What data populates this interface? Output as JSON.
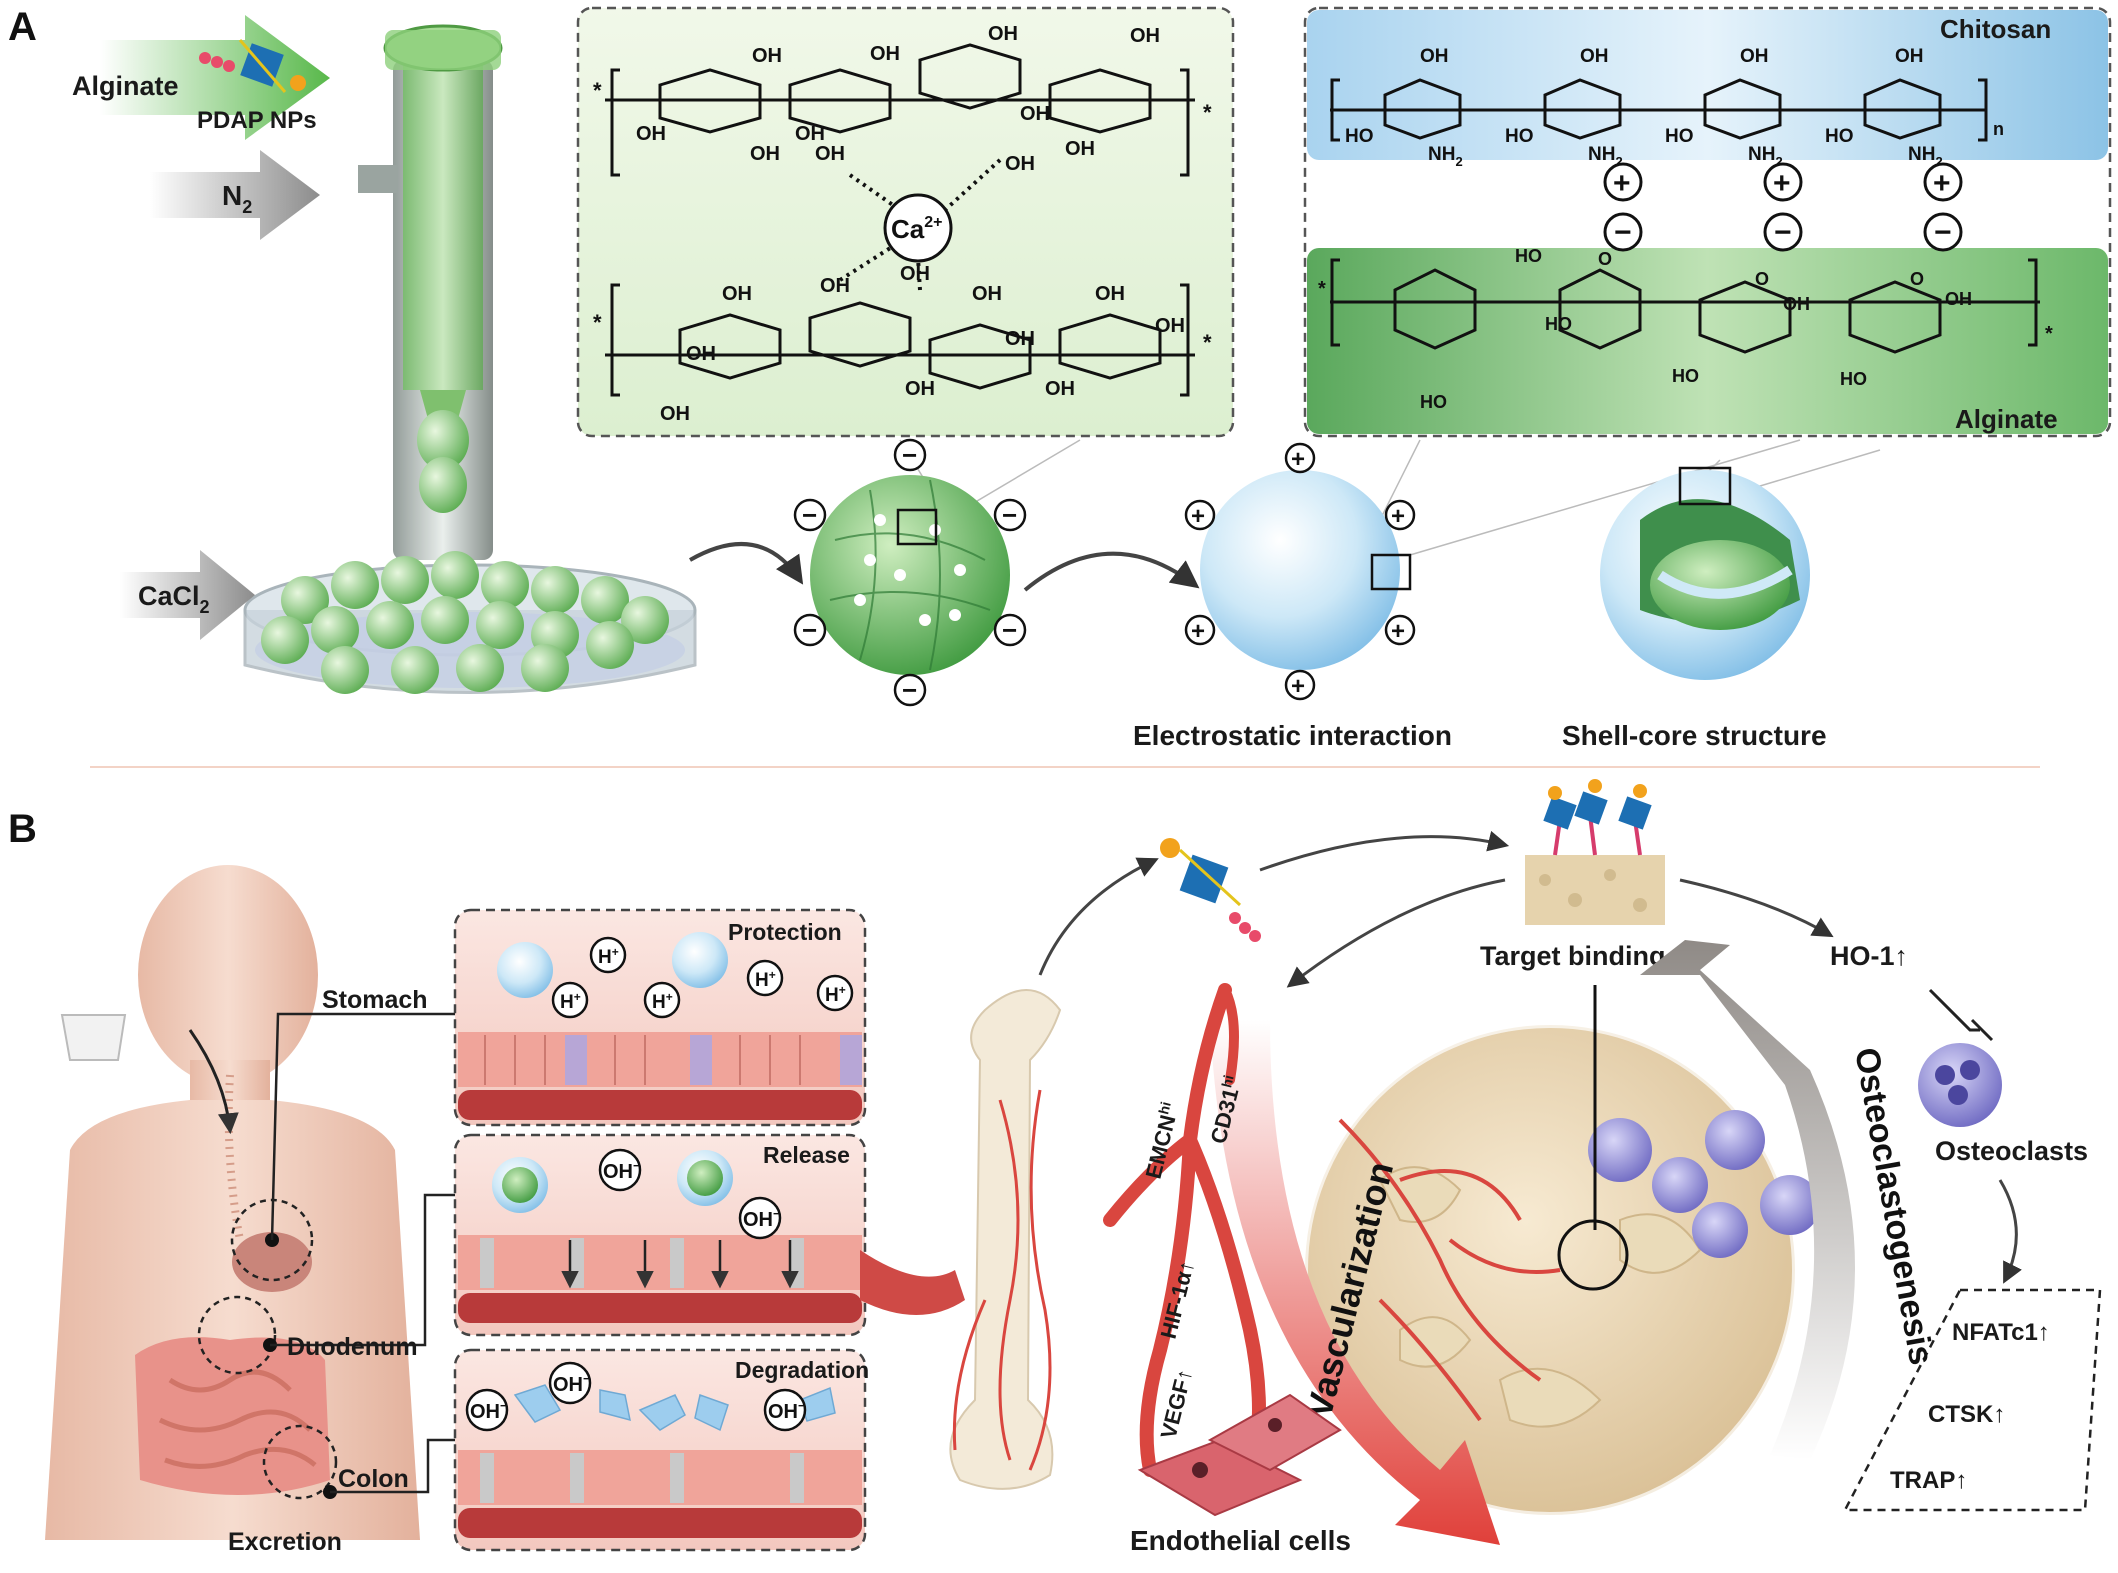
{
  "panel_a": {
    "letter": "A",
    "inputs": {
      "alginate": "Alginate",
      "pdap_nps": "PDAP NPs",
      "n2": "N",
      "n2_sub": "2",
      "cacl2": "CaCl",
      "cacl2_sub": "2"
    },
    "crosslink": {
      "ion": "Ca",
      "ion_charge": "2+",
      "groups_top": [
        "OH",
        "OH",
        "OH",
        "OH",
        "OH",
        "OH",
        "OH",
        "OH",
        "OH",
        "OH",
        "OH"
      ],
      "groups_bottom": [
        "OH",
        "OH",
        "OH",
        "OH",
        "OH",
        "OH",
        "OH",
        "OH",
        "OH",
        "OH",
        "OH"
      ],
      "repeat_marker": "*"
    },
    "layers": {
      "chitosan": "Chitosan",
      "alginate": "Alginate",
      "nh2": "NH",
      "nh2_sub": "2",
      "oh": "OH",
      "ho": "HO",
      "subscript_n": "n",
      "carboxylate": "O"
    },
    "captions": {
      "electrostatic": "Electrostatic interaction",
      "shell_core": "Shell-core structure"
    },
    "charges": {
      "positive": "+",
      "negative": "−"
    }
  },
  "panel_b": {
    "letter": "B",
    "organs": {
      "stomach": "Stomach",
      "duodenum": "Duodenum",
      "colon": "Colon",
      "excretion": "Excretion"
    },
    "boxes": {
      "protection": "Protection",
      "release": "Release",
      "degradation": "Degradation",
      "h_ion": "H",
      "h_charge": "+",
      "oh_ion": "OH",
      "oh_charge": "−"
    },
    "targeting": {
      "target_binding": "Target binding",
      "ho1": "HO-1↑",
      "osteoclasts": "Osteoclasts",
      "markers": [
        "NFATc1↑",
        "CTSK↑",
        "TRAP↑"
      ],
      "osteoclastogenesis": "Osteoclastogenesis",
      "vascularization": "Vascularization",
      "endothelial": "Endothelial cells",
      "emcn": "EMCN",
      "cd31": "CD31",
      "hi_sup": "hi",
      "hif": "HIF-1α↑",
      "vegf": "VEGF↑"
    }
  },
  "colors": {
    "alginate_green": "#7cc46f",
    "chitosan_blue": "#9fcbe8",
    "vessel_red": "#d9463f",
    "bone_beige": "#efdcb9",
    "osteoclast_purple": "#8a86d4",
    "tissue_pink": "#f2b7ad"
  }
}
